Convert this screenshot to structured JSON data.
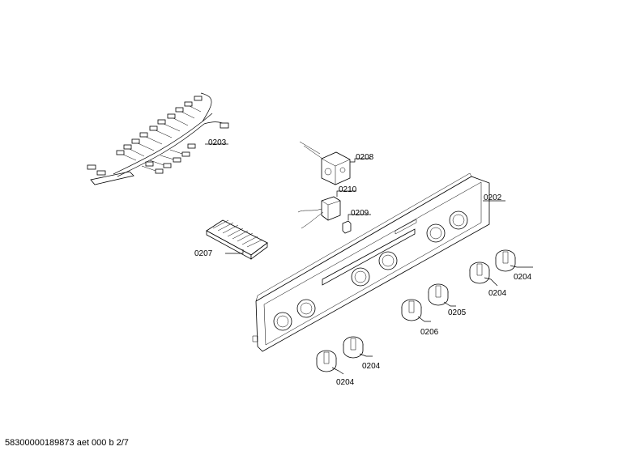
{
  "labels": {
    "p0203": "0203",
    "p0208": "0208",
    "p0210": "0210",
    "p0209": "0209",
    "p0202": "0202",
    "p0207": "0207",
    "p0204_a": "0204",
    "p0204_b": "0204",
    "p0205": "0205",
    "p0206": "0206",
    "p0204_c": "0204",
    "p0204_d": "0204"
  },
  "footer": {
    "document_code": "58300000189873 aet 000 b 2/7"
  }
}
